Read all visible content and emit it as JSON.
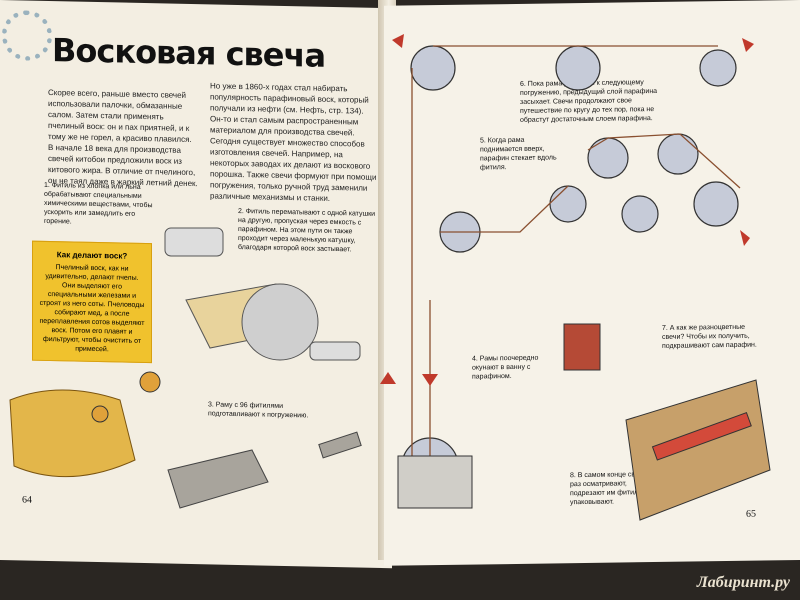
{
  "title": "Восковая свеча",
  "left_col": "Скорее всего, раньше вместо свечей использовали палочки, обмазанные салом. Затем стали применять пчелиный воск: он и пах приятней, и к тому же не горел, а красиво плавился. В начале 18 века для производства свечей китобои предложили воск из китового жира. В отличие от пчелиного, он не таял даже в жаркий летний денек.",
  "right_col": "Но уже в 1860-х годах стал набирать популярность парафиновый воск, который получали из нефти (см. Нефть, стр. 134). Он-то и стал самым распространенным материалом для производства свечей. Сегодня существует множество способов изготовления свечей. Например, на некоторых заводах их делают из воскового порошка. Также свечи формуют при помощи погружения, только ручной труд заменили различные механизмы и станки.",
  "box_title": "Как делают воск?",
  "box_text": "Пчелиный воск, как ни удивительно, делают пчелы. Они выделяют его специальными железами и строят из него соты. Пчеловоды собирают мед, а после переплавления сотов выделяют воск. Потом его плавят и фильтруют, чтобы очистить от примесей.",
  "step1": "1. Фитиль из хлопка или льна обрабатывают специальными химическими веществами, чтобы ускорить или замедлить его горение.",
  "step2": "2. Фитиль перематывают с одной катушки на другую, пропуская через емкость с парафином. На этом пути он также проходит через маленькую катушку, благодаря которой воск застывает.",
  "step3": "3. Раму с 96 фитилями подготавливают к погружению.",
  "step4": "4. Рамы поочередно окунают в ванну с парафином.",
  "step5": "5. Когда рама поднимается вверх, парафин стекает вдоль фитиля.",
  "step6": "6. Пока рама движется к следующему погружению, предыдущий слой парафина засыхает. Свечи продолжают свое путешествие по кругу до тех пор, пока не обрастут достаточным слоем парафина.",
  "step7": "7. А как же разноцветные свечи? Чтобы их получить, подкрашивают сам парафин.",
  "step8": "8. В самом конце свечи еще раз осматривают, подрезают им фитили и упаковывают.",
  "page_left": "64",
  "page_right": "65",
  "logo": "Лабиринт.ру",
  "colors": {
    "accent_red": "#b04a2a",
    "box_yellow": "#f0c22d"
  }
}
